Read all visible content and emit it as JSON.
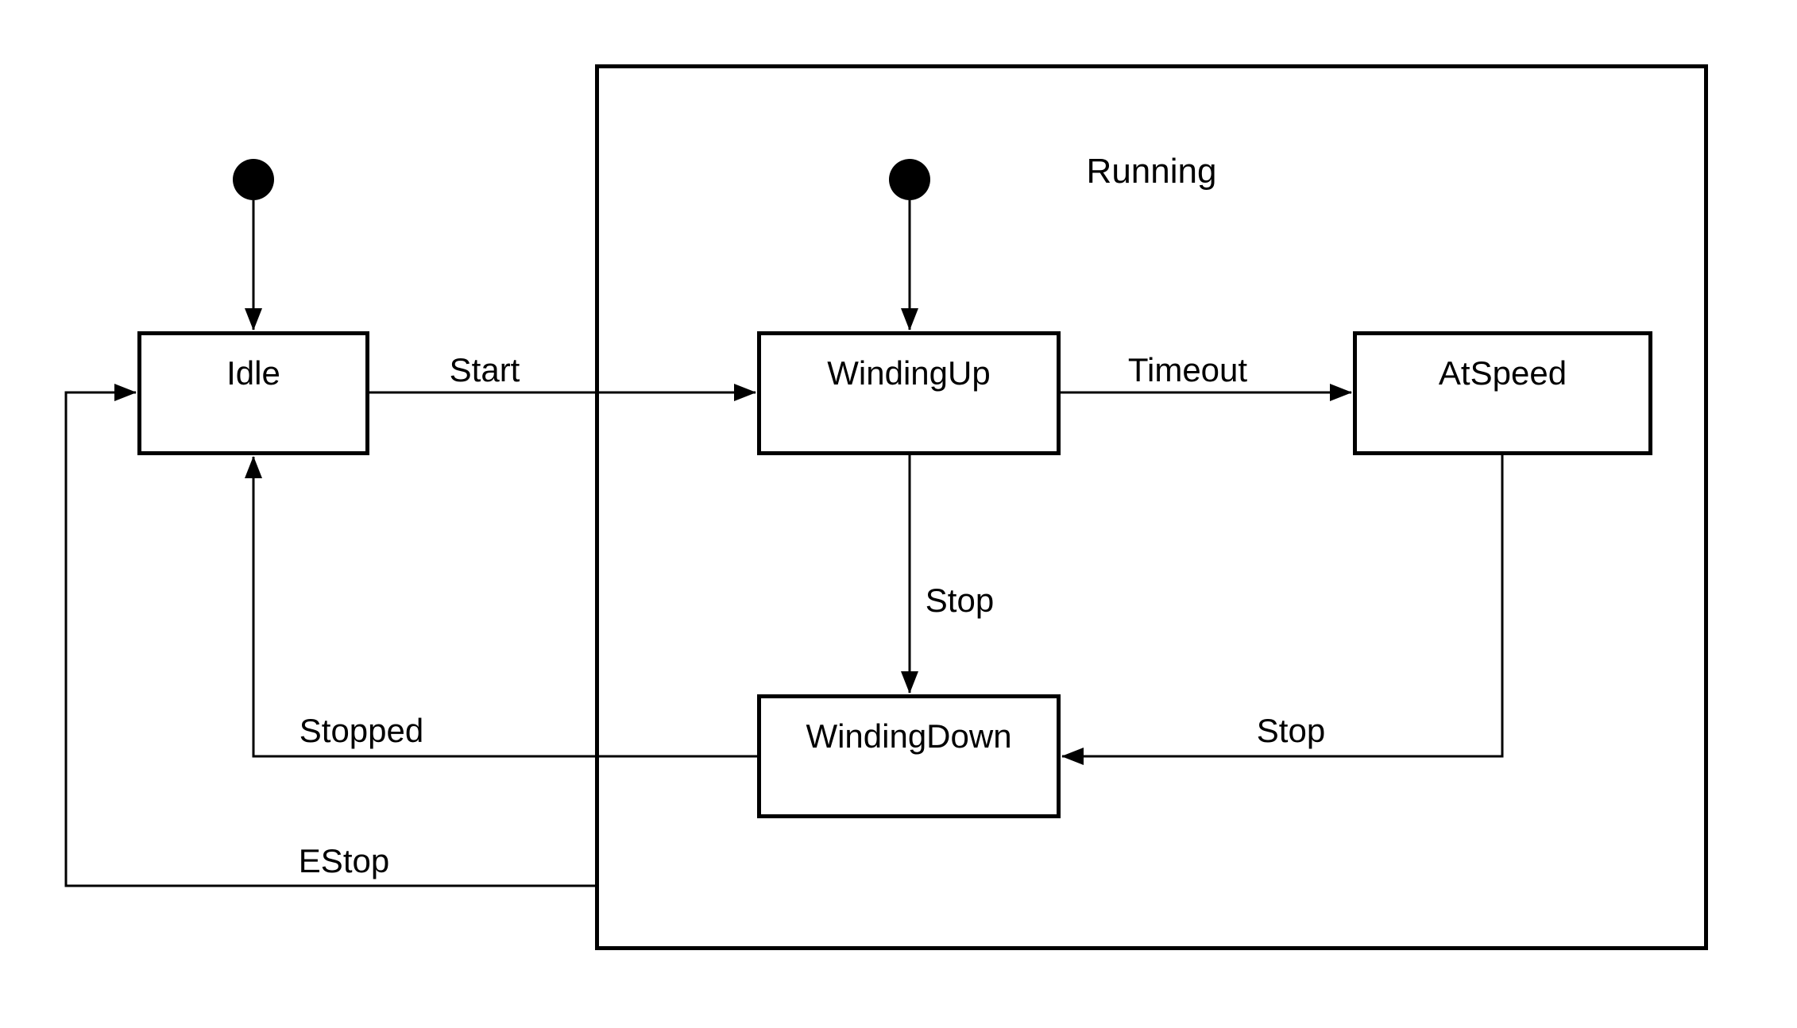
{
  "diagram": {
    "kind": "uml-state-machine",
    "colors": {
      "line": "#000000",
      "text": "#000000",
      "background": "#ffffff"
    },
    "states": [
      {
        "id": "idle",
        "label": "Idle",
        "type": "simple",
        "parent": null
      },
      {
        "id": "running",
        "label": "Running",
        "type": "composite",
        "parent": null
      },
      {
        "id": "windingup",
        "label": "WindingUp",
        "type": "simple",
        "parent": "running"
      },
      {
        "id": "atspeed",
        "label": "AtSpeed",
        "type": "simple",
        "parent": "running"
      },
      {
        "id": "windingdown",
        "label": "WindingDown",
        "type": "simple",
        "parent": "running"
      }
    ],
    "initial_markers": [
      {
        "id": "initial-top-level",
        "to": "idle"
      },
      {
        "id": "initial-running",
        "to": "windingup"
      }
    ],
    "transitions": [
      {
        "from": "initial-top-level",
        "to": "idle",
        "label": ""
      },
      {
        "from": "idle",
        "to": "windingup",
        "label": "Start"
      },
      {
        "from": "initial-running",
        "to": "windingup",
        "label": ""
      },
      {
        "from": "windingup",
        "to": "atspeed",
        "label": "Timeout"
      },
      {
        "from": "windingup",
        "to": "windingdown",
        "label": "Stop"
      },
      {
        "from": "atspeed",
        "to": "windingdown",
        "label": "Stop"
      },
      {
        "from": "windingdown",
        "to": "idle",
        "label": "Stopped"
      },
      {
        "from": "running",
        "to": "idle",
        "label": "EStop"
      }
    ]
  }
}
